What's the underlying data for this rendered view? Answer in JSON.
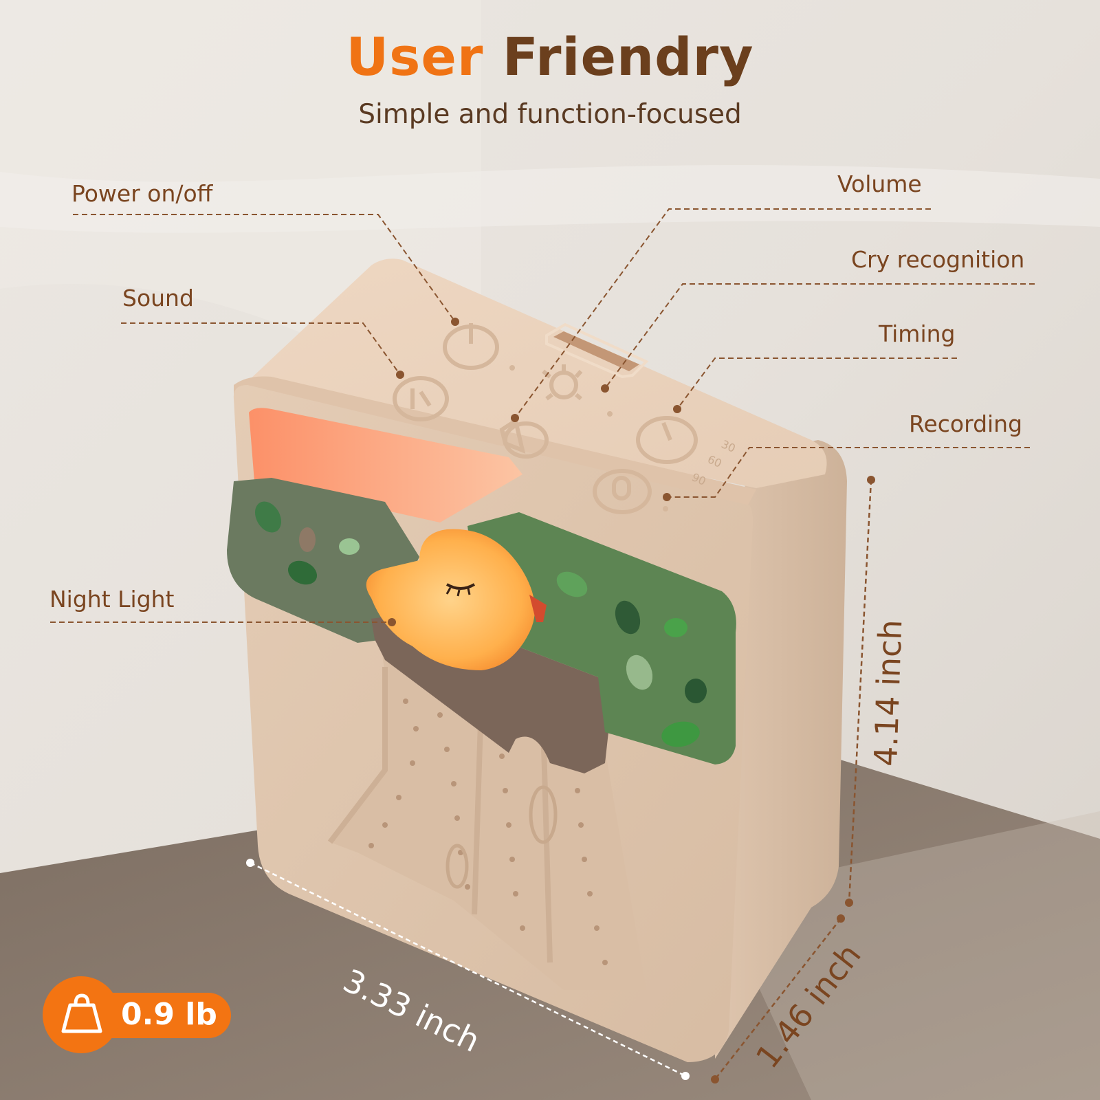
{
  "heading": {
    "title_part1": "User",
    "title_part2": "Friendry",
    "subtitle": "Simple and function-focused"
  },
  "callouts": {
    "power": "Power on/off",
    "sound": "Sound",
    "volume": "Volume",
    "cry": "Cry recognition",
    "timing": "Timing",
    "recording": "Recording",
    "night_light": "Night Light"
  },
  "timer_marks": [
    "30",
    "60",
    "90"
  ],
  "dimensions": {
    "height": "4.14 inch",
    "width": "3.33 inch",
    "depth": "1.46 inch"
  },
  "weight": {
    "value": "0.9 lb",
    "icon": "weight-icon"
  },
  "colors": {
    "accent_orange": "#f07314",
    "title_brown": "#6b3f1d",
    "label_brown": "#7a4520",
    "device_beige": "#e2c6ad",
    "leaf_green": "#5d8553",
    "trunk_brown": "#7b6659",
    "night_light_glow": "#ffb347"
  }
}
